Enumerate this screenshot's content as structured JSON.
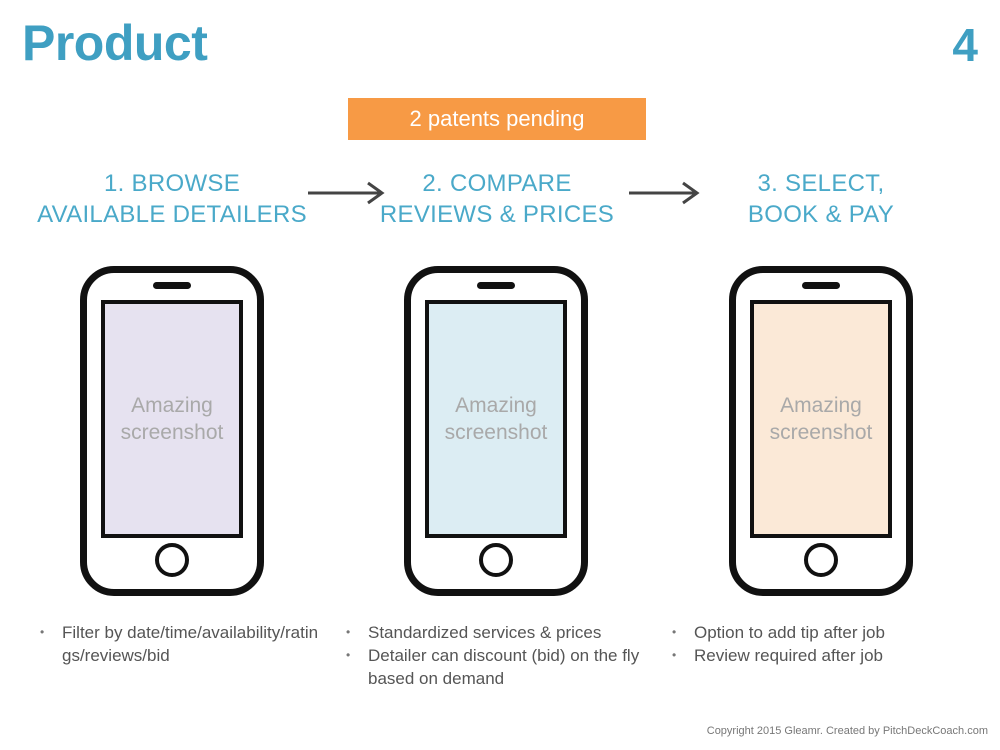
{
  "header": {
    "title": "Product",
    "slide_number": "4"
  },
  "banner": {
    "text": "2 patents pending",
    "color": "#f79a45"
  },
  "steps": [
    {
      "title_line1": "1. BROWSE",
      "title_line2": "AVAILABLE DETAILERS",
      "screen_line1": "Amazing",
      "screen_line2": "screenshot",
      "screen_color": "#e6e2f0",
      "bullets": [
        "Filter by date/time/availability/ratings/reviews/bid"
      ]
    },
    {
      "title_line1": "2. COMPARE",
      "title_line2": "REVIEWS & PRICES",
      "screen_line1": "Amazing",
      "screen_line2": "screenshot",
      "screen_color": "#dcedf3",
      "bullets": [
        "Standardized services & prices",
        "Detailer can discount (bid) on the fly based on demand"
      ]
    },
    {
      "title_line1": "3. SELECT,",
      "title_line2": "BOOK & PAY",
      "screen_line1": "Amazing",
      "screen_line2": "screenshot",
      "screen_color": "#fbe9d7",
      "bullets": [
        "Option to add tip after job",
        "Review required after job"
      ]
    }
  ],
  "footer": {
    "copyright": "Copyright 2015 Gleamr. Created by PitchDeckCoach.com"
  },
  "colors": {
    "accent": "#3f9fc2",
    "step_title": "#4aa9c9"
  }
}
